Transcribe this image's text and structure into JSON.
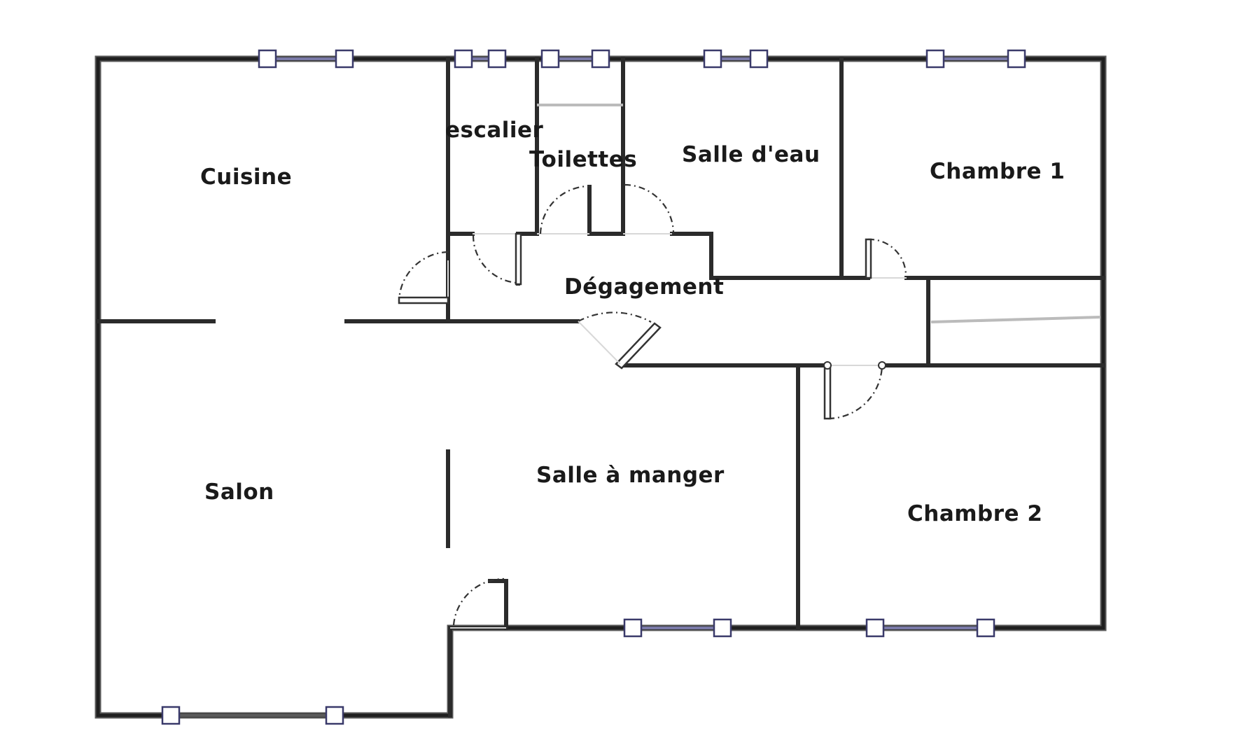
{
  "rooms": {
    "cuisine": "Cuisine",
    "escalier": "escalier",
    "toilettes": "Toilettes",
    "salle_eau": "Salle d'eau",
    "chambre1": "Chambre 1",
    "degagement": "Dégagement",
    "salon": "Salon",
    "salle_manger": "Salle à manger",
    "chambre2": "Chambre 2"
  }
}
